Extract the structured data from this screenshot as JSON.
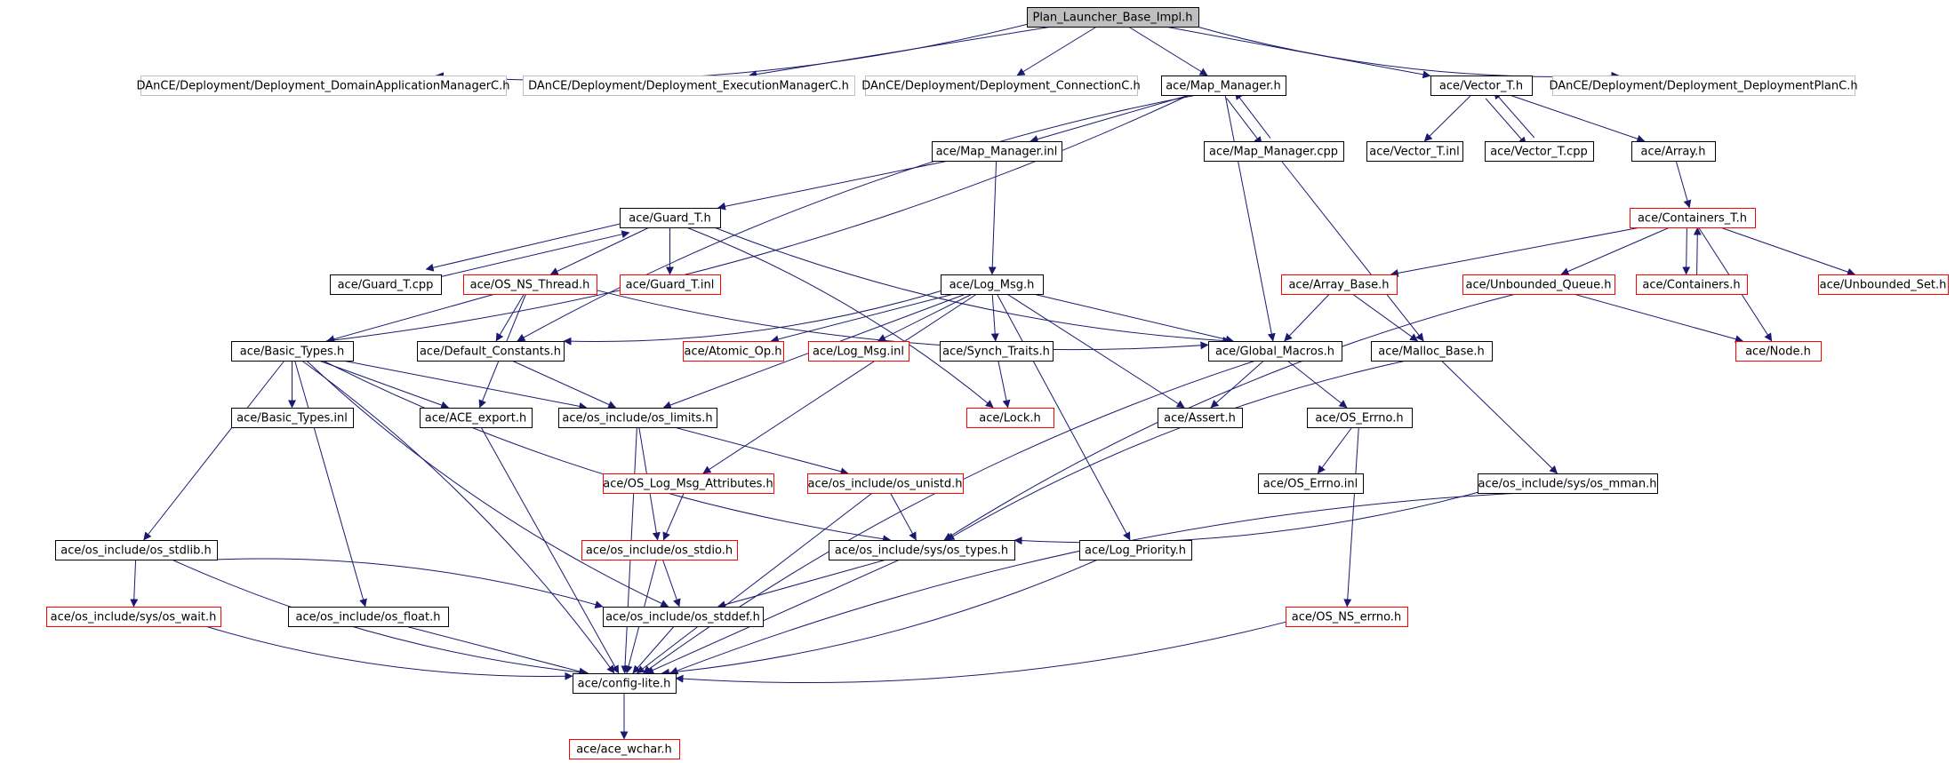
{
  "nodes": [
    {
      "id": "plan",
      "label": "Plan_Launcher_Base_Impl.h",
      "style": "root"
    },
    {
      "id": "dam",
      "label": "DAnCE/Deployment/Deployment_DomainApplicationManagerC.h",
      "style": "gray"
    },
    {
      "id": "em",
      "label": "DAnCE/Deployment/Deployment_ExecutionManagerC.h",
      "style": "gray"
    },
    {
      "id": "conn",
      "label": "DAnCE/Deployment/Deployment_ConnectionC.h",
      "style": "gray"
    },
    {
      "id": "mapmgr",
      "label": "ace/Map_Manager.h",
      "style": "black"
    },
    {
      "id": "vectort",
      "label": "ace/Vector_T.h",
      "style": "black"
    },
    {
      "id": "dplan",
      "label": "DAnCE/Deployment/Deployment_DeploymentPlanC.h",
      "style": "gray"
    },
    {
      "id": "mapmgrinl",
      "label": "ace/Map_Manager.inl",
      "style": "black"
    },
    {
      "id": "mapmgrcpp",
      "label": "ace/Map_Manager.cpp",
      "style": "black"
    },
    {
      "id": "vectortinl",
      "label": "ace/Vector_T.inl",
      "style": "black"
    },
    {
      "id": "vectortcpp",
      "label": "ace/Vector_T.cpp",
      "style": "black"
    },
    {
      "id": "arrayh",
      "label": "ace/Array.h",
      "style": "black"
    },
    {
      "id": "guardt",
      "label": "ace/Guard_T.h",
      "style": "black"
    },
    {
      "id": "containerst",
      "label": "ace/Containers_T.h",
      "style": "red"
    },
    {
      "id": "guardtcpp",
      "label": "ace/Guard_T.cpp",
      "style": "black"
    },
    {
      "id": "osnsthread",
      "label": "ace/OS_NS_Thread.h",
      "style": "red"
    },
    {
      "id": "guardtinl",
      "label": "ace/Guard_T.inl",
      "style": "red"
    },
    {
      "id": "logmsg",
      "label": "ace/Log_Msg.h",
      "style": "black"
    },
    {
      "id": "arraybase",
      "label": "ace/Array_Base.h",
      "style": "red"
    },
    {
      "id": "unbq",
      "label": "ace/Unbounded_Queue.h",
      "style": "red"
    },
    {
      "id": "containers",
      "label": "ace/Containers.h",
      "style": "red"
    },
    {
      "id": "unbset",
      "label": "ace/Unbounded_Set.h",
      "style": "red"
    },
    {
      "id": "basictypes",
      "label": "ace/Basic_Types.h",
      "style": "black"
    },
    {
      "id": "defconst",
      "label": "ace/Default_Constants.h",
      "style": "black"
    },
    {
      "id": "atomicop",
      "label": "ace/Atomic_Op.h",
      "style": "red"
    },
    {
      "id": "logmsginl",
      "label": "ace/Log_Msg.inl",
      "style": "red"
    },
    {
      "id": "synchtraits",
      "label": "ace/Synch_Traits.h",
      "style": "black"
    },
    {
      "id": "globalmacros",
      "label": "ace/Global_Macros.h",
      "style": "black"
    },
    {
      "id": "mallocbase",
      "label": "ace/Malloc_Base.h",
      "style": "black"
    },
    {
      "id": "node",
      "label": "ace/Node.h",
      "style": "red"
    },
    {
      "id": "basictypesinl",
      "label": "ace/Basic_Types.inl",
      "style": "black"
    },
    {
      "id": "aceexport",
      "label": "ace/ACE_export.h",
      "style": "black"
    },
    {
      "id": "oslimits",
      "label": "ace/os_include/os_limits.h",
      "style": "black"
    },
    {
      "id": "lock",
      "label": "ace/Lock.h",
      "style": "red"
    },
    {
      "id": "assert",
      "label": "ace/Assert.h",
      "style": "black"
    },
    {
      "id": "oserrno",
      "label": "ace/OS_Errno.h",
      "style": "black"
    },
    {
      "id": "oslogattr",
      "label": "ace/OS_Log_Msg_Attributes.h",
      "style": "red"
    },
    {
      "id": "osunistd",
      "label": "ace/os_include/os_unistd.h",
      "style": "red"
    },
    {
      "id": "oserrnoinl",
      "label": "ace/OS_Errno.inl",
      "style": "black"
    },
    {
      "id": "mman",
      "label": "ace/os_include/sys/os_mman.h",
      "style": "black"
    },
    {
      "id": "osstdlib",
      "label": "ace/os_include/os_stdlib.h",
      "style": "black"
    },
    {
      "id": "osstdio",
      "label": "ace/os_include/os_stdio.h",
      "style": "red"
    },
    {
      "id": "ostypes",
      "label": "ace/os_include/sys/os_types.h",
      "style": "black"
    },
    {
      "id": "logprio",
      "label": "ace/Log_Priority.h",
      "style": "black"
    },
    {
      "id": "oswait",
      "label": "ace/os_include/sys/os_wait.h",
      "style": "red"
    },
    {
      "id": "osfloat",
      "label": "ace/os_include/os_float.h",
      "style": "black"
    },
    {
      "id": "osstddef",
      "label": "ace/os_include/os_stddef.h",
      "style": "black"
    },
    {
      "id": "osnserrno",
      "label": "ace/OS_NS_errno.h",
      "style": "red"
    },
    {
      "id": "configlite",
      "label": "ace/config-lite.h",
      "style": "black"
    },
    {
      "id": "acewchar",
      "label": "ace/ace_wchar.h",
      "style": "red"
    }
  ],
  "edges": [
    [
      "plan",
      "dam"
    ],
    [
      "plan",
      "em"
    ],
    [
      "plan",
      "conn"
    ],
    [
      "plan",
      "mapmgr"
    ],
    [
      "plan",
      "vectort"
    ],
    [
      "plan",
      "dplan"
    ],
    [
      "mapmgr",
      "mapmgrinl"
    ],
    [
      "mapmgr",
      "mapmgrcpp"
    ],
    [
      "mapmgr",
      "basictypes"
    ],
    [
      "mapmgr",
      "defconst"
    ],
    [
      "mapmgr",
      "globalmacros"
    ],
    [
      "mapmgrcpp",
      "mapmgr"
    ],
    [
      "mapmgrcpp",
      "mallocbase"
    ],
    [
      "mapmgrinl",
      "guardt"
    ],
    [
      "mapmgrinl",
      "logmsg"
    ],
    [
      "vectort",
      "vectortinl"
    ],
    [
      "vectort",
      "vectortcpp"
    ],
    [
      "vectort",
      "arrayh"
    ],
    [
      "vectortcpp",
      "vectort"
    ],
    [
      "arrayh",
      "containerst"
    ],
    [
      "containerst",
      "arraybase"
    ],
    [
      "containerst",
      "unbq"
    ],
    [
      "containerst",
      "containers"
    ],
    [
      "containerst",
      "node"
    ],
    [
      "containerst",
      "unbset"
    ],
    [
      "containers",
      "containerst"
    ],
    [
      "unbq",
      "node"
    ],
    [
      "unbq",
      "ostypes"
    ],
    [
      "arraybase",
      "globalmacros"
    ],
    [
      "arraybase",
      "mallocbase"
    ],
    [
      "guardt",
      "guardtcpp"
    ],
    [
      "guardt",
      "osnsthread"
    ],
    [
      "guardt",
      "guardtinl"
    ],
    [
      "guardt",
      "globalmacros"
    ],
    [
      "guardt",
      "lock"
    ],
    [
      "guardtcpp",
      "guardt"
    ],
    [
      "osnsthread",
      "basictypes"
    ],
    [
      "osnsthread",
      "defconst"
    ],
    [
      "osnsthread",
      "aceexport"
    ],
    [
      "osnsthread",
      "globalmacros"
    ],
    [
      "logmsg",
      "defconst"
    ],
    [
      "logmsg",
      "atomicop"
    ],
    [
      "logmsg",
      "logmsginl"
    ],
    [
      "logmsg",
      "synchtraits"
    ],
    [
      "logmsg",
      "globalmacros"
    ],
    [
      "logmsg",
      "assert"
    ],
    [
      "logmsg",
      "oslimits"
    ],
    [
      "logmsg",
      "oslogattr"
    ],
    [
      "logmsg",
      "logprio"
    ],
    [
      "synchtraits",
      "lock"
    ],
    [
      "defconst",
      "oslimits"
    ],
    [
      "globalmacros",
      "assert"
    ],
    [
      "globalmacros",
      "oserrno"
    ],
    [
      "globalmacros",
      "configlite"
    ],
    [
      "mallocbase",
      "mman"
    ],
    [
      "mallocbase",
      "ostypes"
    ],
    [
      "oserrno",
      "oserrnoinl"
    ],
    [
      "oserrno",
      "osnserrno"
    ],
    [
      "mman",
      "ostypes"
    ],
    [
      "mman",
      "configlite"
    ],
    [
      "basictypes",
      "basictypesinl"
    ],
    [
      "basictypes",
      "aceexport"
    ],
    [
      "basictypes",
      "oslimits"
    ],
    [
      "basictypes",
      "osstdlib"
    ],
    [
      "basictypes",
      "osfloat"
    ],
    [
      "basictypes",
      "osstddef"
    ],
    [
      "basictypes",
      "configlite"
    ],
    [
      "basictypes",
      "ostypes"
    ],
    [
      "aceexport",
      "configlite"
    ],
    [
      "oslimits",
      "osunistd"
    ],
    [
      "oslimits",
      "osstdio"
    ],
    [
      "oslimits",
      "configlite"
    ],
    [
      "oslogattr",
      "osstdio"
    ],
    [
      "osunistd",
      "ostypes"
    ],
    [
      "osunistd",
      "configlite"
    ],
    [
      "osstdlib",
      "oswait"
    ],
    [
      "osstdlib",
      "osstddef"
    ],
    [
      "osstdlib",
      "configlite"
    ],
    [
      "osstdio",
      "osstddef"
    ],
    [
      "osstdio",
      "configlite"
    ],
    [
      "ostypes",
      "osstddef"
    ],
    [
      "ostypes",
      "configlite"
    ],
    [
      "logprio",
      "configlite"
    ],
    [
      "oswait",
      "configlite"
    ],
    [
      "osfloat",
      "configlite"
    ],
    [
      "osstddef",
      "configlite"
    ],
    [
      "osnserrno",
      "configlite"
    ],
    [
      "configlite",
      "acewchar"
    ]
  ],
  "colors": {
    "edge": "#191970",
    "root_fill": "#bfbfbf",
    "black_border": "#000000",
    "red_border": "#ff0000",
    "gray_border": "#bfbfbf",
    "text": "#000000"
  }
}
